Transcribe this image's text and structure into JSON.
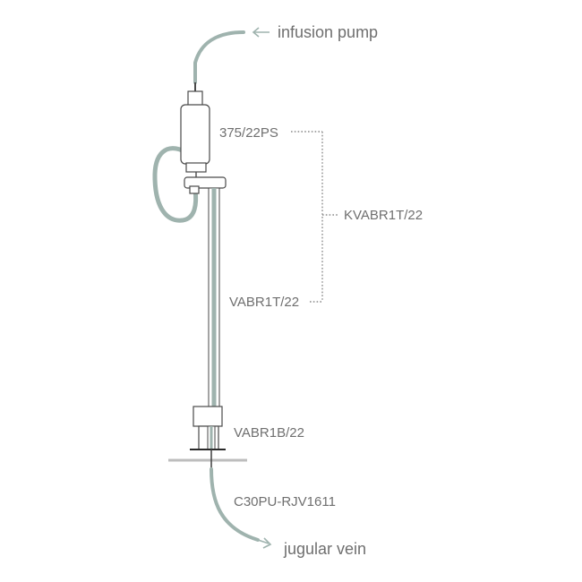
{
  "labels": {
    "infusion_pump": "infusion pump",
    "part_375": "375/22PS",
    "kvabr": "KVABR1T/22",
    "vabr1t": "VABR1T/22",
    "vabr1b": "VABR1B/22",
    "catheter": "C30PU-RJV1611",
    "jugular_vein": "jugular vein"
  },
  "colors": {
    "tube": "#9fb3ae",
    "outline": "#4a4a4a",
    "text": "#6f6f6f"
  }
}
